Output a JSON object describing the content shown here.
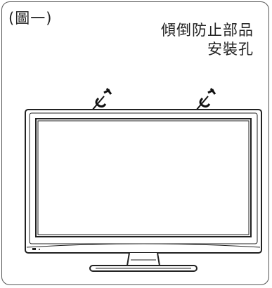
{
  "figure_label": "(圖一)",
  "caption": {
    "line1": "傾倒防止部品",
    "line2": "安裝孔"
  },
  "icons": [
    "tv-monitor",
    "mounting-screw",
    "mounting-screw"
  ]
}
